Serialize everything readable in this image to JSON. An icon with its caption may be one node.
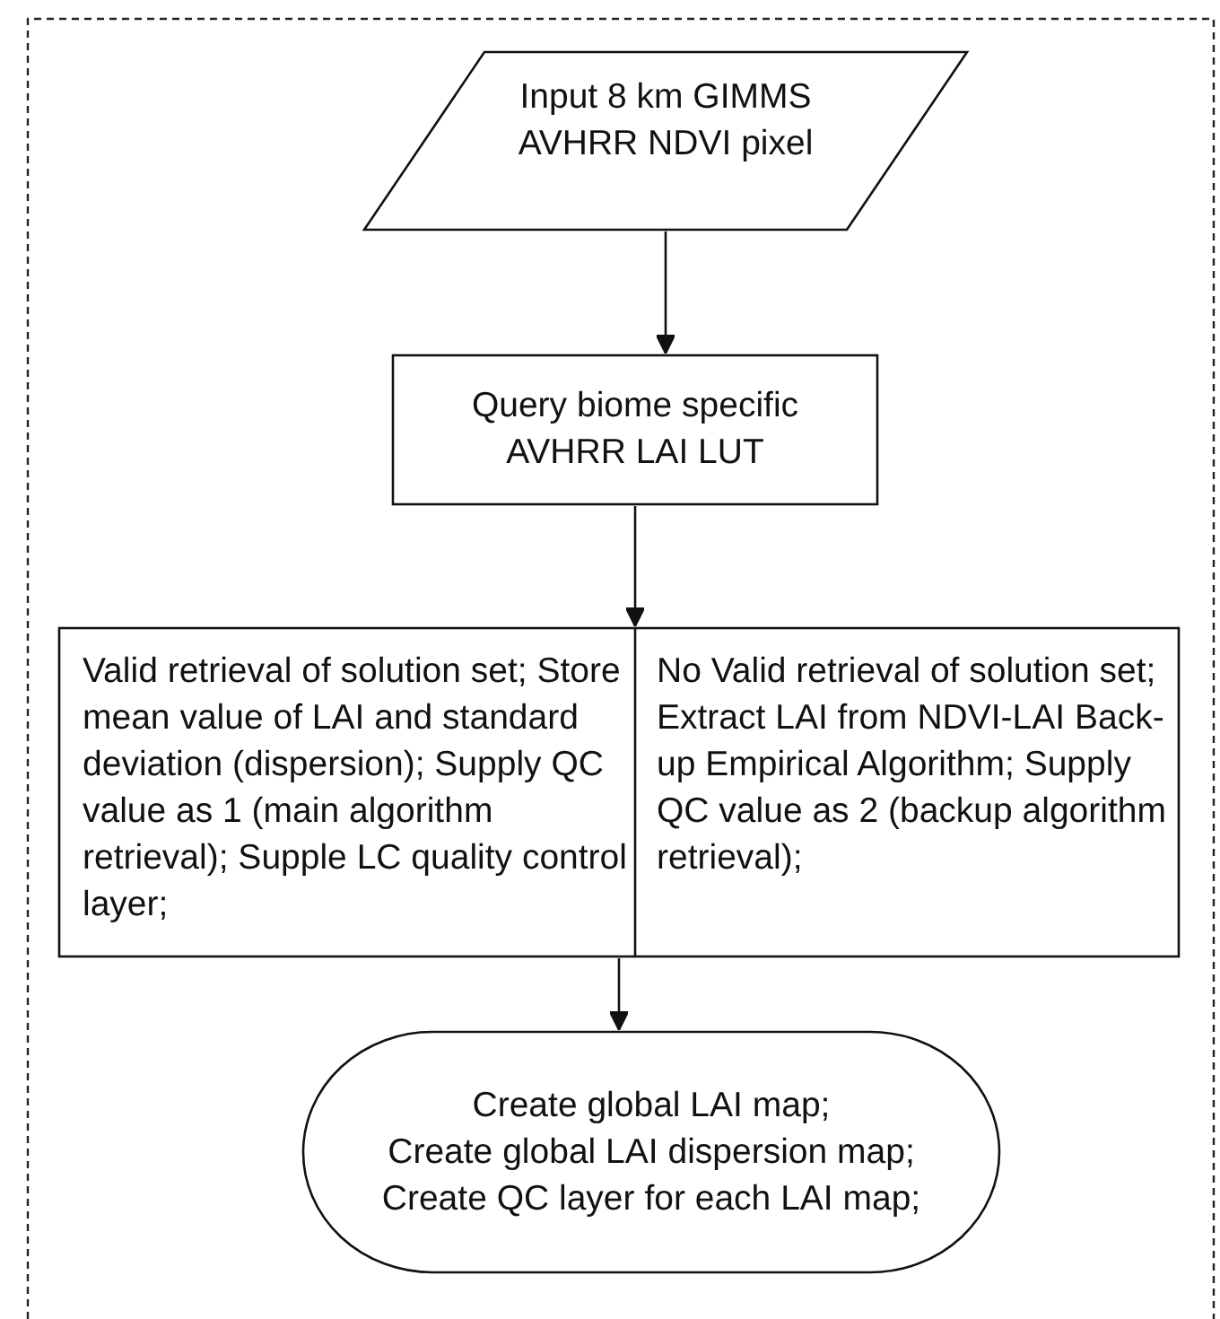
{
  "diagram": {
    "nodes": [
      {
        "text": [],
        "shape": "box"
      },
      {
        "text": [
          "Input 8 km GIMMS AVHRR NDVI pixel"
        ],
        "in": 0
      },
      {
        "text": [
          "Query biome specific AVHRR LAI LUT"
        ],
        "in": 0
      },
      {
        "text": [
          "Valid retrieval of solution set; Store mean value of LAI and standard deviation (dispersion); Supply QC value as 1 (main algorithm retrieval); Supple LC quality control layer;",
          "No Valid retrieval of solution set; Extract LAI from NDVI-LAI Back-up Empirical Algorithm; Supply QC value as 2 (backup algorithm retrieval);"
        ],
        "in": 0
      },
      {
        "text": [
          "Create global LAI map;",
          "Create global LAI dispersion map;",
          "Create QC layer for each LAI map;"
        ],
        "in": 0
      }
    ],
    "edges": [
      {
        "from": 1,
        "to": 2,
        "arrow": "to"
      },
      {
        "from": 2,
        "to": 3,
        "arrow": "to"
      },
      {
        "from": 3,
        "to": 4,
        "arrow": "to"
      }
    ]
  }
}
